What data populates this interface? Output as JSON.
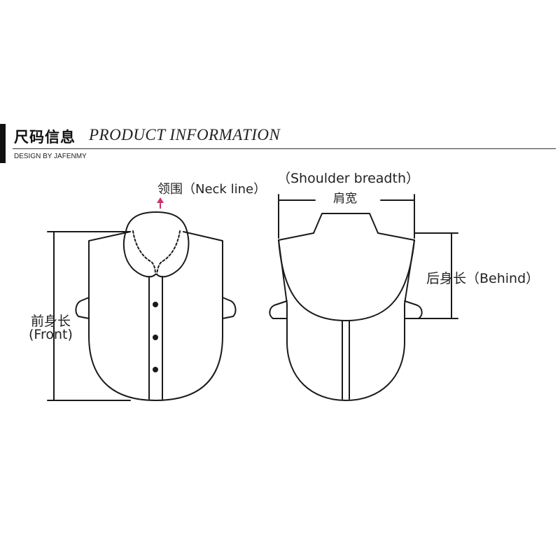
{
  "header": {
    "title_cn": "尺码信息",
    "title_en": "PRODUCT INFORMATION",
    "design_by": "DESIGN BY JAFENMY"
  },
  "labels": {
    "neck_line": "领围（Neck line）",
    "shoulder_en": "（Shoulder  breadth）",
    "shoulder_cn": "肩宽",
    "behind": "后身长（Behind）",
    "front_cn": "前身长",
    "front_en": "(Front)"
  },
  "icons": {
    "neck_marker": "arrow-up-icon"
  },
  "colors": {
    "line": "#1a1a1a",
    "neck_marker": "#d0306b"
  }
}
